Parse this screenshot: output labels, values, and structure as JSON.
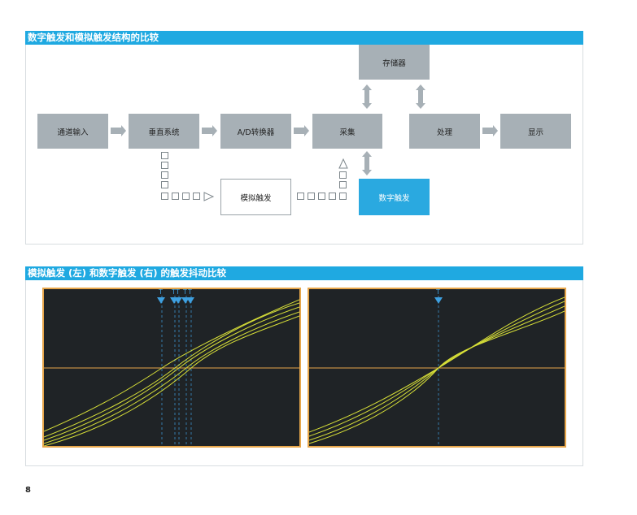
{
  "section1": {
    "title": "数字触发和模拟触发结构的比较",
    "boxes": {
      "input": "通道输入",
      "vertical": "垂直系统",
      "adc": "A/D转换器",
      "acquire": "采集",
      "process": "处理",
      "display": "显示",
      "storage": "存储器",
      "analog_trigger": "模拟触发",
      "digital_trigger": "数字触发"
    }
  },
  "section2": {
    "title": "模拟触发 (左) 和数字触发 (右) 的触发抖动比较",
    "trigger_marker": "T"
  },
  "colors": {
    "accent": "#1fa9e1",
    "box_gray": "#a7b0b6",
    "scope_bg": "#1f2326",
    "scope_border": "#e7a64a",
    "trace": "#d7df38",
    "marker": "#3ea0e0"
  },
  "page": {
    "number": "8"
  }
}
